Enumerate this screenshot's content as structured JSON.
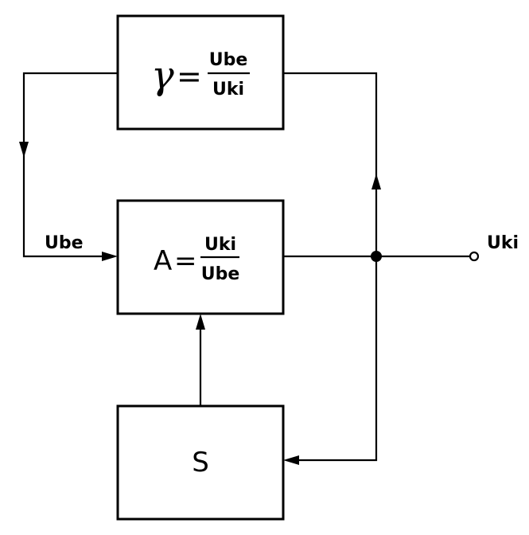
{
  "feedback_block": {
    "symbol": "γ",
    "equals": "=",
    "numerator": "Ube",
    "denominator": "Uki"
  },
  "amplifier_block": {
    "symbol": "A",
    "equals": "=",
    "numerator": "Uki",
    "denominator": "Ube"
  },
  "control_block": {
    "label": "S"
  },
  "signals": {
    "input": "Ube",
    "output": "Uki"
  }
}
